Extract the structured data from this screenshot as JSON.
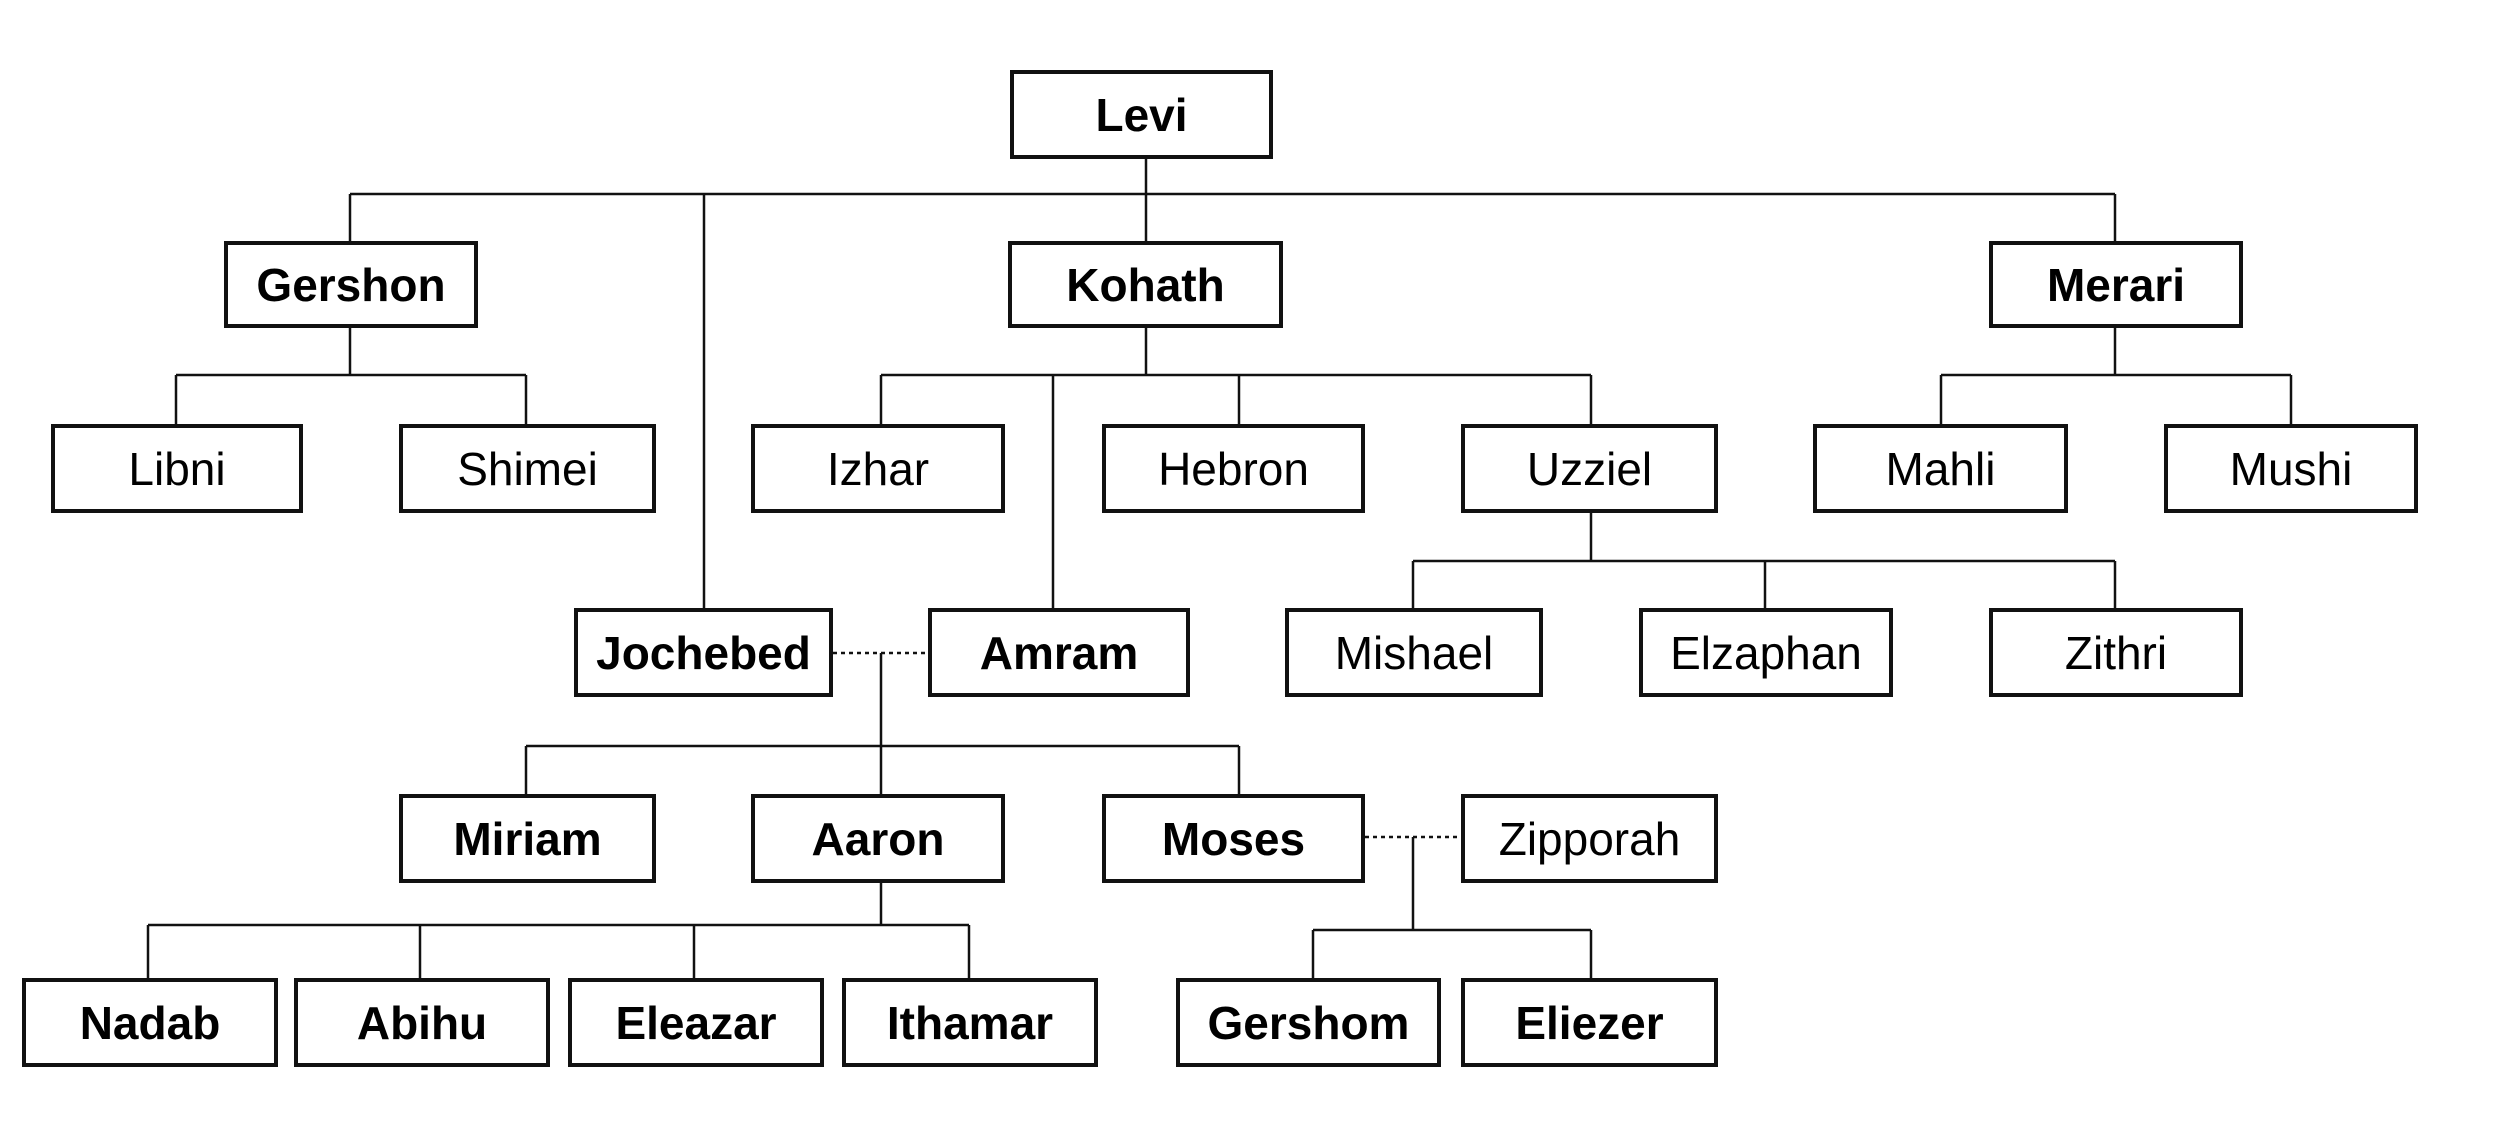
{
  "title": "Levi family tree",
  "people": {
    "levi": "Levi",
    "gershon": "Gershon",
    "kohath": "Kohath",
    "merari": "Merari",
    "libni": "Libni",
    "shimei": "Shimei",
    "izhar": "Izhar",
    "hebron": "Hebron",
    "uzziel": "Uzziel",
    "mahli": "Mahli",
    "mushi": "Mushi",
    "jochebed": "Jochebed",
    "amram": "Amram",
    "mishael": "Mishael",
    "elzaphan": "Elzaphan",
    "zithri": "Zithri",
    "miriam": "Miriam",
    "aaron": "Aaron",
    "moses": "Moses",
    "zipporah": "Zipporah",
    "nadab": "Nadab",
    "abihu": "Abihu",
    "eleazar": "Eleazar",
    "ithamar": "Ithamar",
    "gershom": "Gershom",
    "eliezer": "Eliezer"
  },
  "colors": {
    "line": "#111111",
    "box_border": "#111111",
    "background": "#ffffff"
  }
}
